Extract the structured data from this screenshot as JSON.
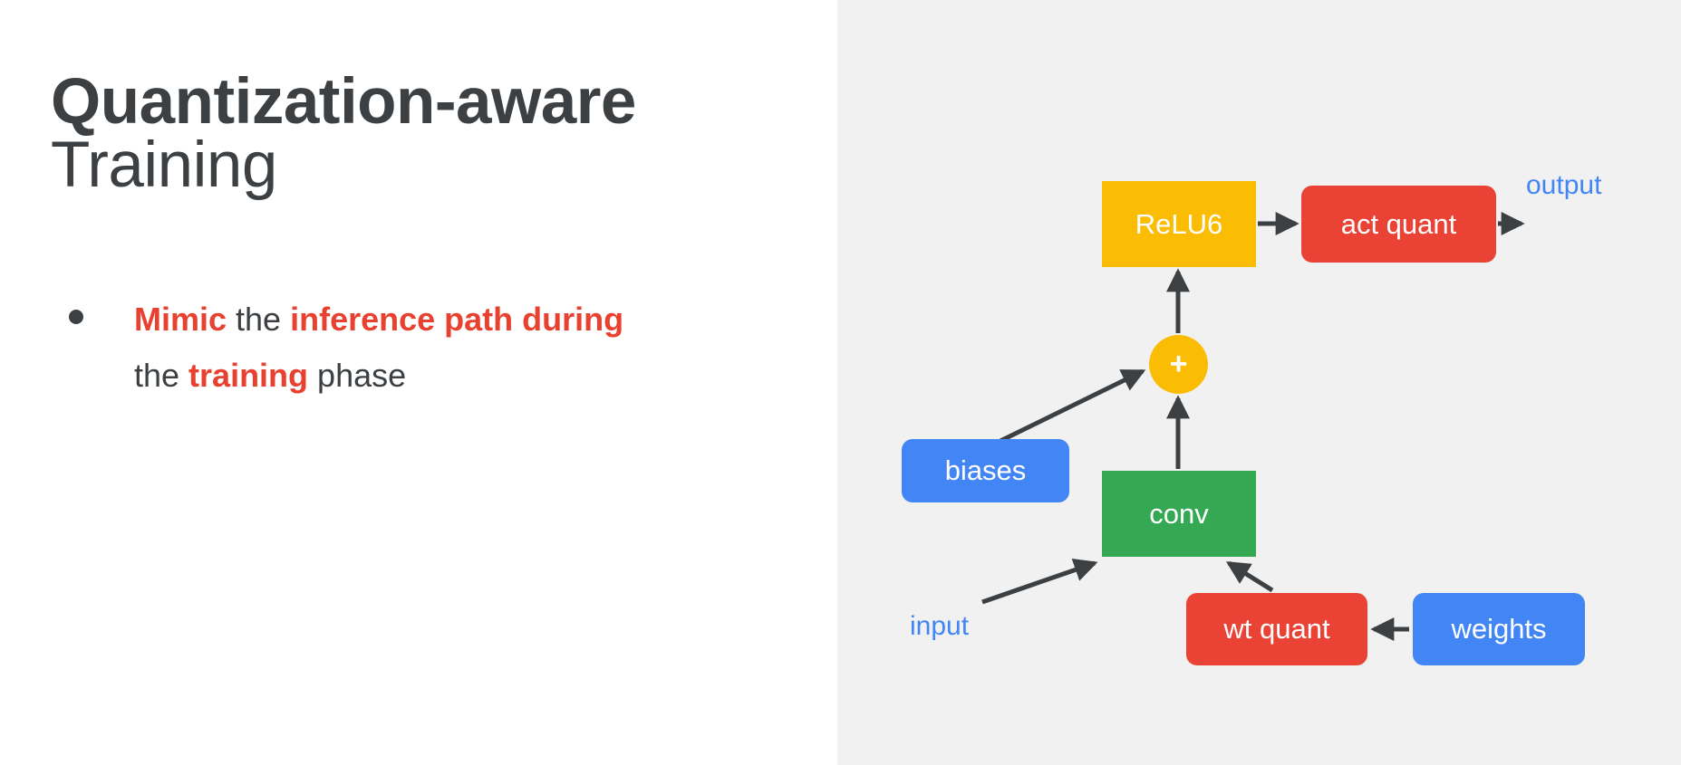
{
  "slide": {
    "title_lines": [
      {
        "text": "Quantization-aware",
        "weight": "bold"
      },
      {
        "text": "Training",
        "weight": "regular"
      }
    ],
    "bullets": [
      {
        "runs": [
          {
            "text": "Mimic",
            "style": "highlight"
          },
          {
            "text": " the ",
            "style": "normal"
          },
          {
            "text": "inference path",
            "style": "highlight"
          },
          {
            "text": " ",
            "style": "normal"
          },
          {
            "text": "during",
            "style": "highlight"
          },
          {
            "text": " the ",
            "style": "normal"
          },
          {
            "text": "training",
            "style": "highlight"
          },
          {
            "text": " phase",
            "style": "normal"
          }
        ],
        "plain": "Mimic the inference path during the training phase"
      }
    ],
    "colors": {
      "title_text": "#3c4043",
      "highlight": "#E8412F",
      "body_text": "#3c4043",
      "panel_background": "#f1f1f1",
      "slide_background": "#ffffff",
      "google_blue": "#4285F4",
      "google_red": "#EA4335",
      "google_yellow": "#FBBC04",
      "google_green": "#34A853",
      "edge": "#3c4043"
    }
  },
  "diagram": {
    "title": "Quantization-aware training graph",
    "nodes": [
      {
        "id": "relu6",
        "label": "ReLU6",
        "color": "#FBBC04",
        "shape": "rect",
        "corners": "sharp"
      },
      {
        "id": "actq",
        "label": "act quant",
        "color": "#EA4335",
        "shape": "rect",
        "corners": "rounded"
      },
      {
        "id": "plus",
        "label": "+",
        "color": "#FBBC04",
        "shape": "circle",
        "corners": "circle"
      },
      {
        "id": "biases",
        "label": "biases",
        "color": "#4285F4",
        "shape": "rect",
        "corners": "rounded"
      },
      {
        "id": "conv",
        "label": "conv",
        "color": "#34A853",
        "shape": "rect",
        "corners": "sharp"
      },
      {
        "id": "wtquant",
        "label": "wt quant",
        "color": "#EA4335",
        "shape": "rect",
        "corners": "rounded"
      },
      {
        "id": "weights",
        "label": "weights",
        "color": "#4285F4",
        "shape": "rect",
        "corners": "rounded"
      }
    ],
    "io_labels": [
      {
        "id": "output",
        "label": "output",
        "color": "#4285F4"
      },
      {
        "id": "input",
        "label": "input",
        "color": "#4285F4"
      }
    ],
    "edges": [
      {
        "from": "relu6",
        "to": "actq",
        "direction": "right"
      },
      {
        "from": "actq",
        "to": "output",
        "direction": "right"
      },
      {
        "from": "plus",
        "to": "relu6",
        "direction": "up"
      },
      {
        "from": "biases",
        "to": "plus",
        "direction": "up-right"
      },
      {
        "from": "conv",
        "to": "plus",
        "direction": "up"
      },
      {
        "from": "input",
        "to": "conv",
        "direction": "up-right"
      },
      {
        "from": "wtquant",
        "to": "conv",
        "direction": "up-left"
      },
      {
        "from": "weights",
        "to": "wtquant",
        "direction": "left"
      }
    ]
  }
}
